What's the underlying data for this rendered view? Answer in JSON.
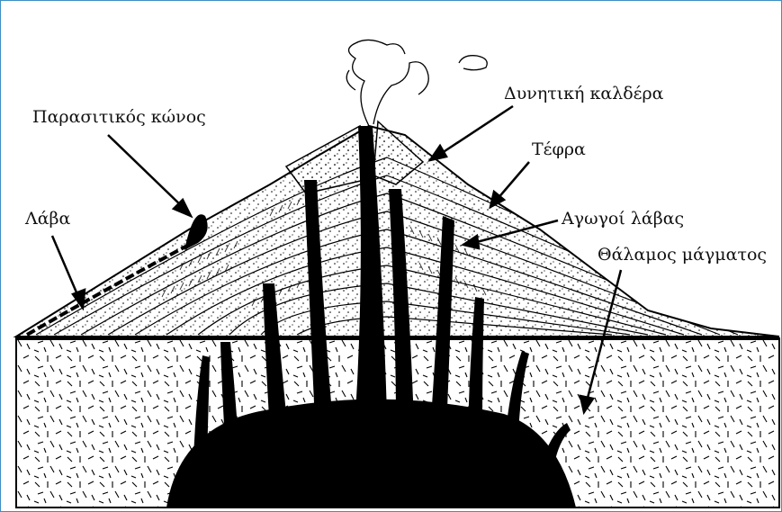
{
  "labels": {
    "parasitic_cone": "Παρασιτικός κώνος",
    "lava": "Λάβα",
    "caldera": "Δυνητική καλδέρα",
    "ash": "Τέφρα",
    "lava_conduits": "Αγωγοί λάβας",
    "magma_chamber": "Θάλαμος μάγματος"
  },
  "colors": {
    "frame": "#3a8fc4",
    "ink": "#000000",
    "background": "#ffffff"
  }
}
